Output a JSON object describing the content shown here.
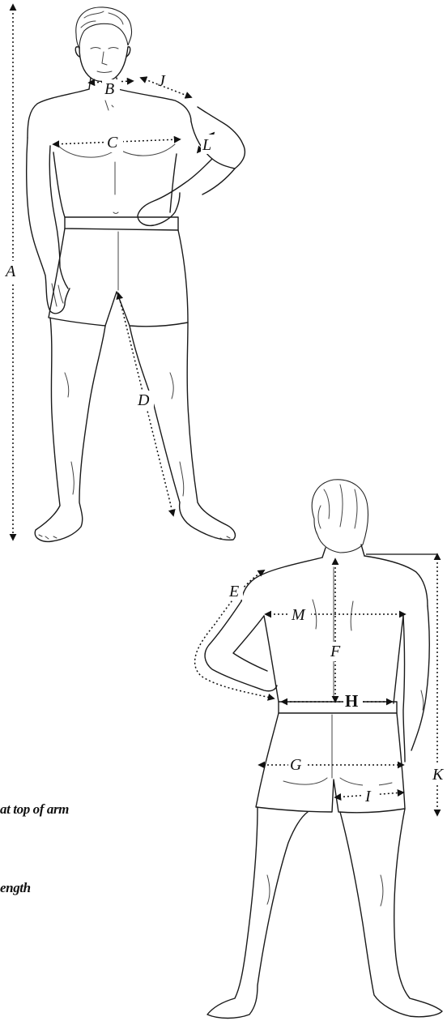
{
  "labels": {
    "A": "A",
    "B": "B",
    "C": "C",
    "D": "D",
    "E": "E",
    "F": "F",
    "G": "G",
    "H": "H",
    "I": "I",
    "J": "J",
    "K": "K",
    "L": "L",
    "M": "M"
  },
  "captions": {
    "top_of_arm": "at top of arm",
    "length": "ength"
  },
  "colors": {
    "ink": "#111111",
    "background": "#ffffff"
  }
}
